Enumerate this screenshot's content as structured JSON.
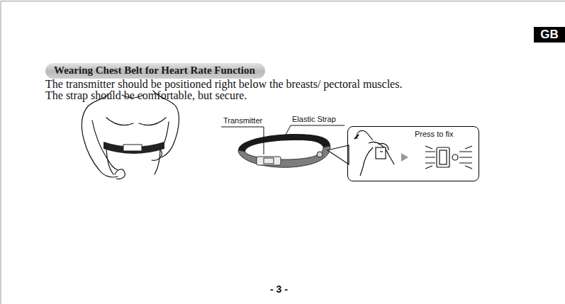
{
  "diagram": {
    "nodes": [
      {
        "text": [
          "GB"
        ]
      },
      {
        "text": [
          "Wearing Chest Belt for Heart Rate Function"
        ]
      },
      {
        "text": [
          "Press to fix"
        ]
      }
    ],
    "edges": [],
    "labels": [
      "The transmitter should be positioned right below the breasts/ pectoral muscles.",
      "The strap should be comfortable, but secure.",
      "Transmitter",
      "Elastic Strap",
      "- 3 -"
    ]
  }
}
